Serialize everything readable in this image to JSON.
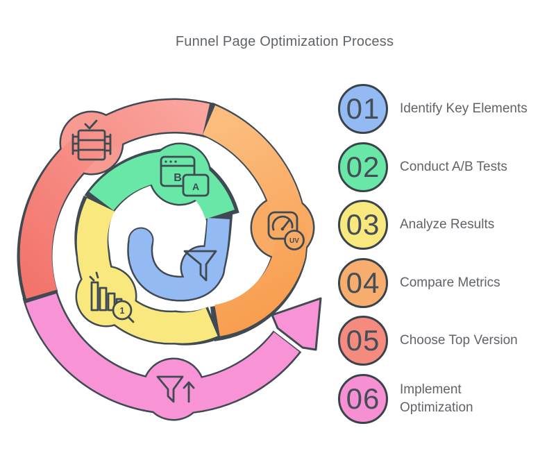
{
  "title": "Funnel Page Optimization Process",
  "steps": [
    {
      "number": "01",
      "label": "Identify Key Elements",
      "color": "#94BAF4"
    },
    {
      "number": "02",
      "label": "Conduct A/B Tests",
      "color": "#68E7A6"
    },
    {
      "number": "03",
      "label": "Analyze Results",
      "color": "#F9E87D"
    },
    {
      "number": "04",
      "label": "Compare Metrics",
      "color": "#F6AD6E"
    },
    {
      "number": "05",
      "label": "Choose Top Version",
      "color": "#F58A7F"
    },
    {
      "number": "06",
      "label": "Implement Optimization",
      "color": "#F78FD3"
    }
  ],
  "colors": {
    "blue": "#94BAF4",
    "green": "#68E7A6",
    "yellow": "#F9E87D",
    "orange_light": "#FBBC7D",
    "orange_deep": "#F89E50",
    "orange_solid": "#F9AB63",
    "salmon_light": "#FAA59E",
    "salmon_deep": "#F2746B",
    "salmon_solid": "#F79A92",
    "pink": "#F893D5",
    "outline": "#3F4A53",
    "label_text": "#5F6368",
    "number_text": "#454E57"
  },
  "icons": {
    "ab_test_b": "B",
    "ab_test_a": "A",
    "metrics_badge": "UV",
    "analysis_magnifier": "1"
  }
}
